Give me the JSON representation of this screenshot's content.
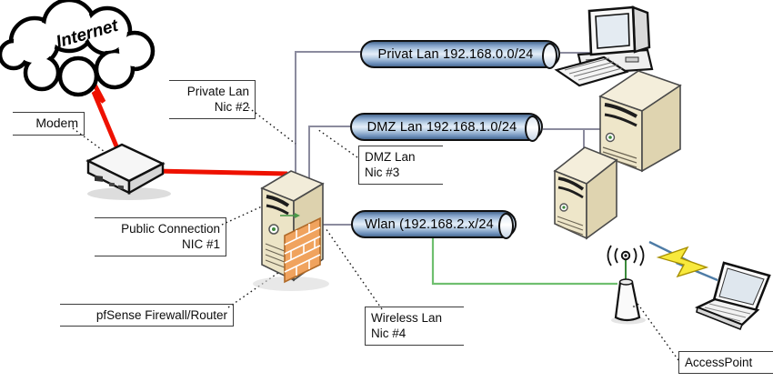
{
  "diagram": {
    "cloud_label": "Internet",
    "callouts": {
      "modem": {
        "text": "Modem"
      },
      "private_nic": {
        "line1": "Private Lan",
        "line2": "Nic #2"
      },
      "public_nic": {
        "line1": "Public Connection",
        "line2": "NIC #1"
      },
      "pfsense": {
        "text": "pfSense Firewall/Router"
      },
      "dmz_nic": {
        "line1": "DMZ Lan",
        "line2": "Nic #3"
      },
      "wireless_nic": {
        "line1": "Wireless Lan",
        "line2": "Nic #4"
      },
      "access_point": {
        "text": "AccessPoint"
      }
    },
    "network_pipes": [
      {
        "id": "private-lan",
        "label": "Privat Lan 192.168.0.0/24"
      },
      {
        "id": "dmz-lan",
        "label": "DMZ Lan 192.168.1.0/24"
      },
      {
        "id": "wlan",
        "label": "Wlan (192.168.2.x/24"
      }
    ],
    "icons": {
      "cloud": "internet-cloud-icon",
      "modem": "modem-icon",
      "router": "pfsense-tower-icon",
      "firewall": "firewall-brick-icon",
      "desktop": "desktop-computer-icon",
      "server1": "server-tower-icon",
      "server2": "server-tower-icon",
      "access_point": "access-point-icon",
      "laptop": "laptop-icon",
      "wireless": "wireless-bolt-icon"
    },
    "colors": {
      "wan_link": "#ee1100",
      "lan_link": "#8b8b9e",
      "wlan_link": "#6fbf6f",
      "pipe_top": "#49688e",
      "pipe_light": "#e4eef8",
      "firewall_brick": "#f0a35e",
      "bolt_yellow": "#f8e93c",
      "bolt_blue": "#4e7ca6"
    }
  }
}
